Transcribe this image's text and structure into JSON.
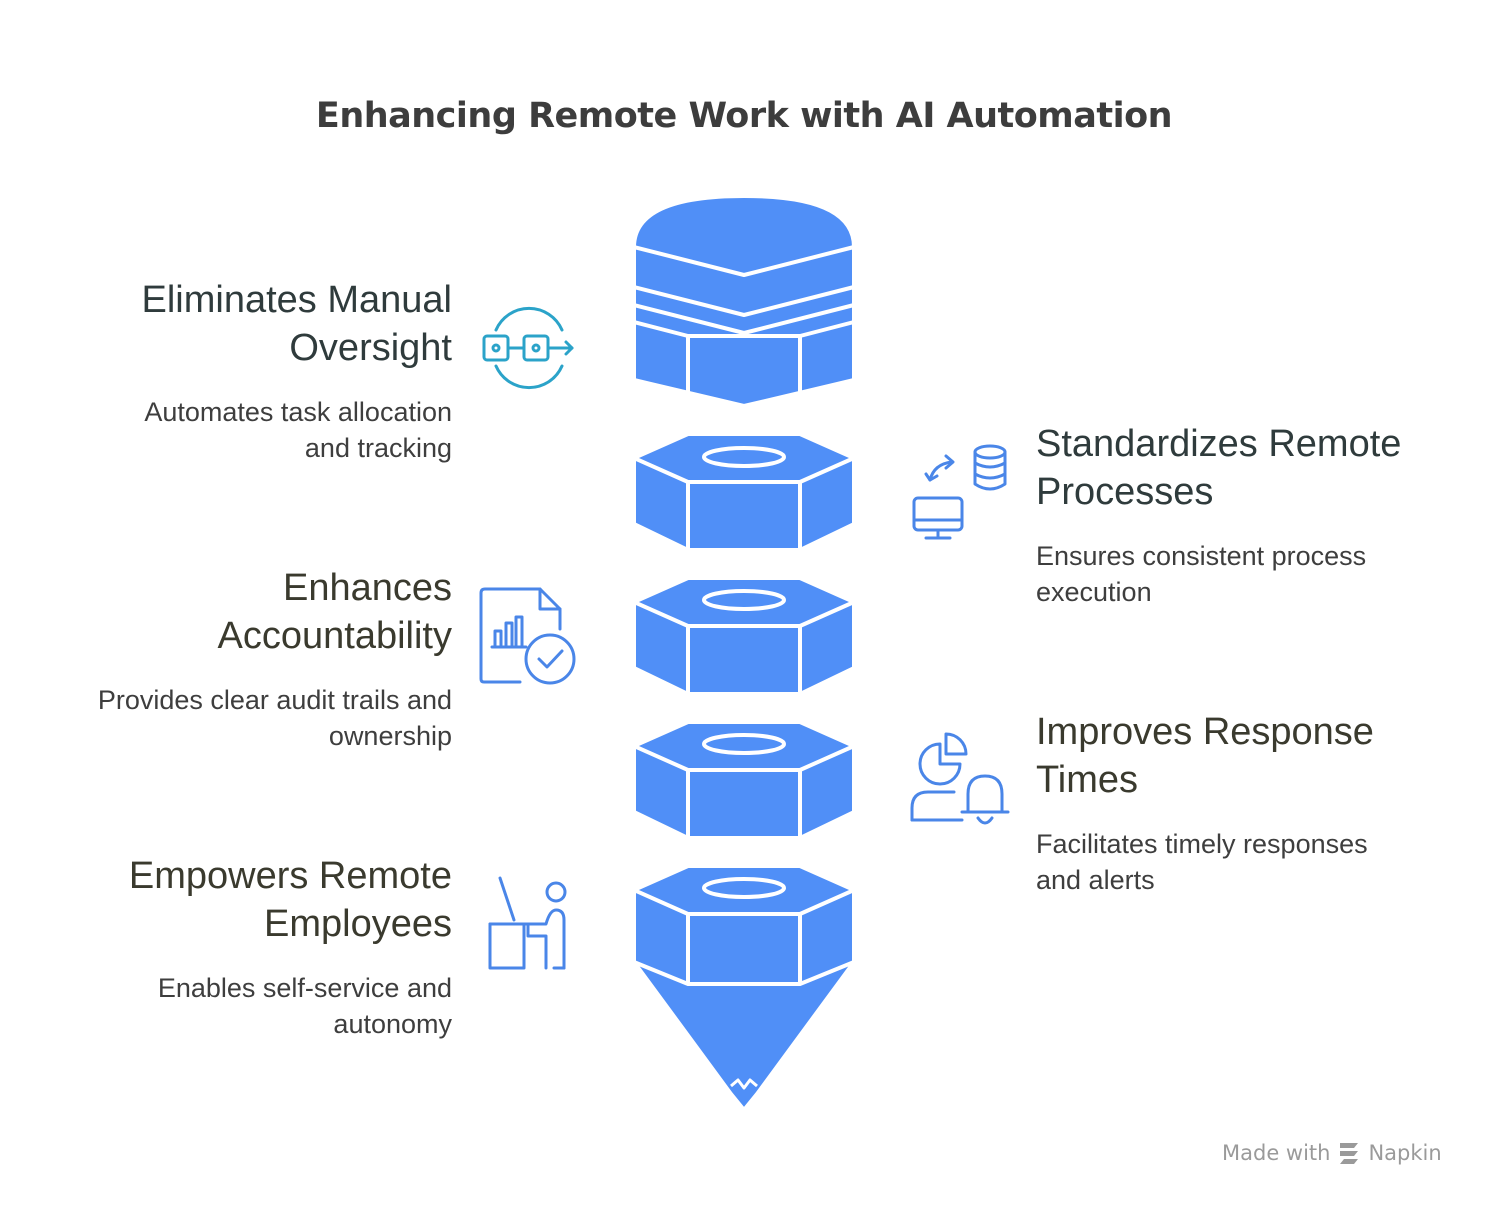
{
  "title": "Enhancing Remote Work with AI Automation",
  "items": [
    {
      "heading_line1": "Eliminates Manual",
      "heading_line2": "Oversight",
      "desc_line1": "Automates task allocation",
      "desc_line2": "and tracking",
      "icon": "automation-flow-icon"
    },
    {
      "heading_line1": "Standardizes Remote",
      "heading_line2": "Processes",
      "desc_line1": "Ensures consistent process",
      "desc_line2": "execution",
      "icon": "computer-database-sync-icon"
    },
    {
      "heading_line1": "Enhances",
      "heading_line2": "Accountability",
      "desc_line1": "Provides clear audit trails and",
      "desc_line2": "ownership",
      "icon": "audit-report-check-icon"
    },
    {
      "heading_line1": "Improves Response",
      "heading_line2": "Times",
      "desc_line1": "Facilitates timely responses",
      "desc_line2": "and alerts",
      "icon": "user-alert-bell-icon"
    },
    {
      "heading_line1": "Empowers Remote",
      "heading_line2": "Employees",
      "desc_line1": "Enables self-service and",
      "desc_line2": "autonomy",
      "icon": "remote-employee-desk-icon"
    }
  ],
  "footer": {
    "made_with": "Made with",
    "brand": "Napkin"
  },
  "colors": {
    "accent_blue": "#508ff7",
    "icon_teal": "#2ba3c9",
    "icon_blue": "#4a86e8",
    "title": "#3d3d3d"
  }
}
